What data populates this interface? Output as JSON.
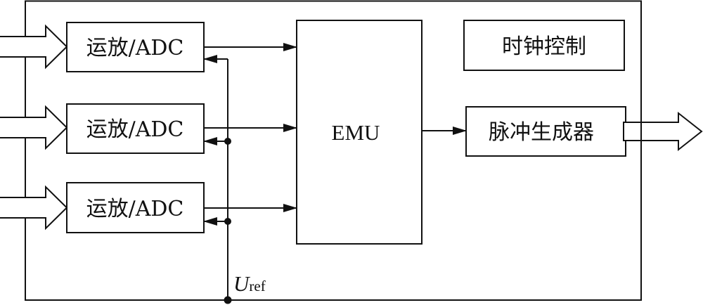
{
  "diagram": {
    "blocks": {
      "adc": [
        "运放/ADC",
        "运放/ADC",
        "运放/ADC"
      ],
      "emu": "EMU",
      "clock": "时钟控制",
      "pulse": "脉冲生成器"
    },
    "ref_label": {
      "main": "U",
      "sub": "ref"
    },
    "connections": [
      {
        "from": "input-1",
        "to": "adc-1",
        "type": "block-arrow"
      },
      {
        "from": "input-2",
        "to": "adc-2",
        "type": "block-arrow"
      },
      {
        "from": "input-3",
        "to": "adc-3",
        "type": "block-arrow"
      },
      {
        "from": "adc-1",
        "to": "emu",
        "type": "arrow"
      },
      {
        "from": "adc-2",
        "to": "emu",
        "type": "arrow"
      },
      {
        "from": "adc-3",
        "to": "emu",
        "type": "arrow"
      },
      {
        "from": "uref",
        "to": "adc-1",
        "type": "arrow"
      },
      {
        "from": "uref",
        "to": "adc-2",
        "type": "arrow"
      },
      {
        "from": "uref",
        "to": "adc-3",
        "type": "arrow"
      },
      {
        "from": "emu",
        "to": "pulse",
        "type": "arrow"
      },
      {
        "from": "pulse",
        "to": "output",
        "type": "block-arrow"
      }
    ]
  }
}
